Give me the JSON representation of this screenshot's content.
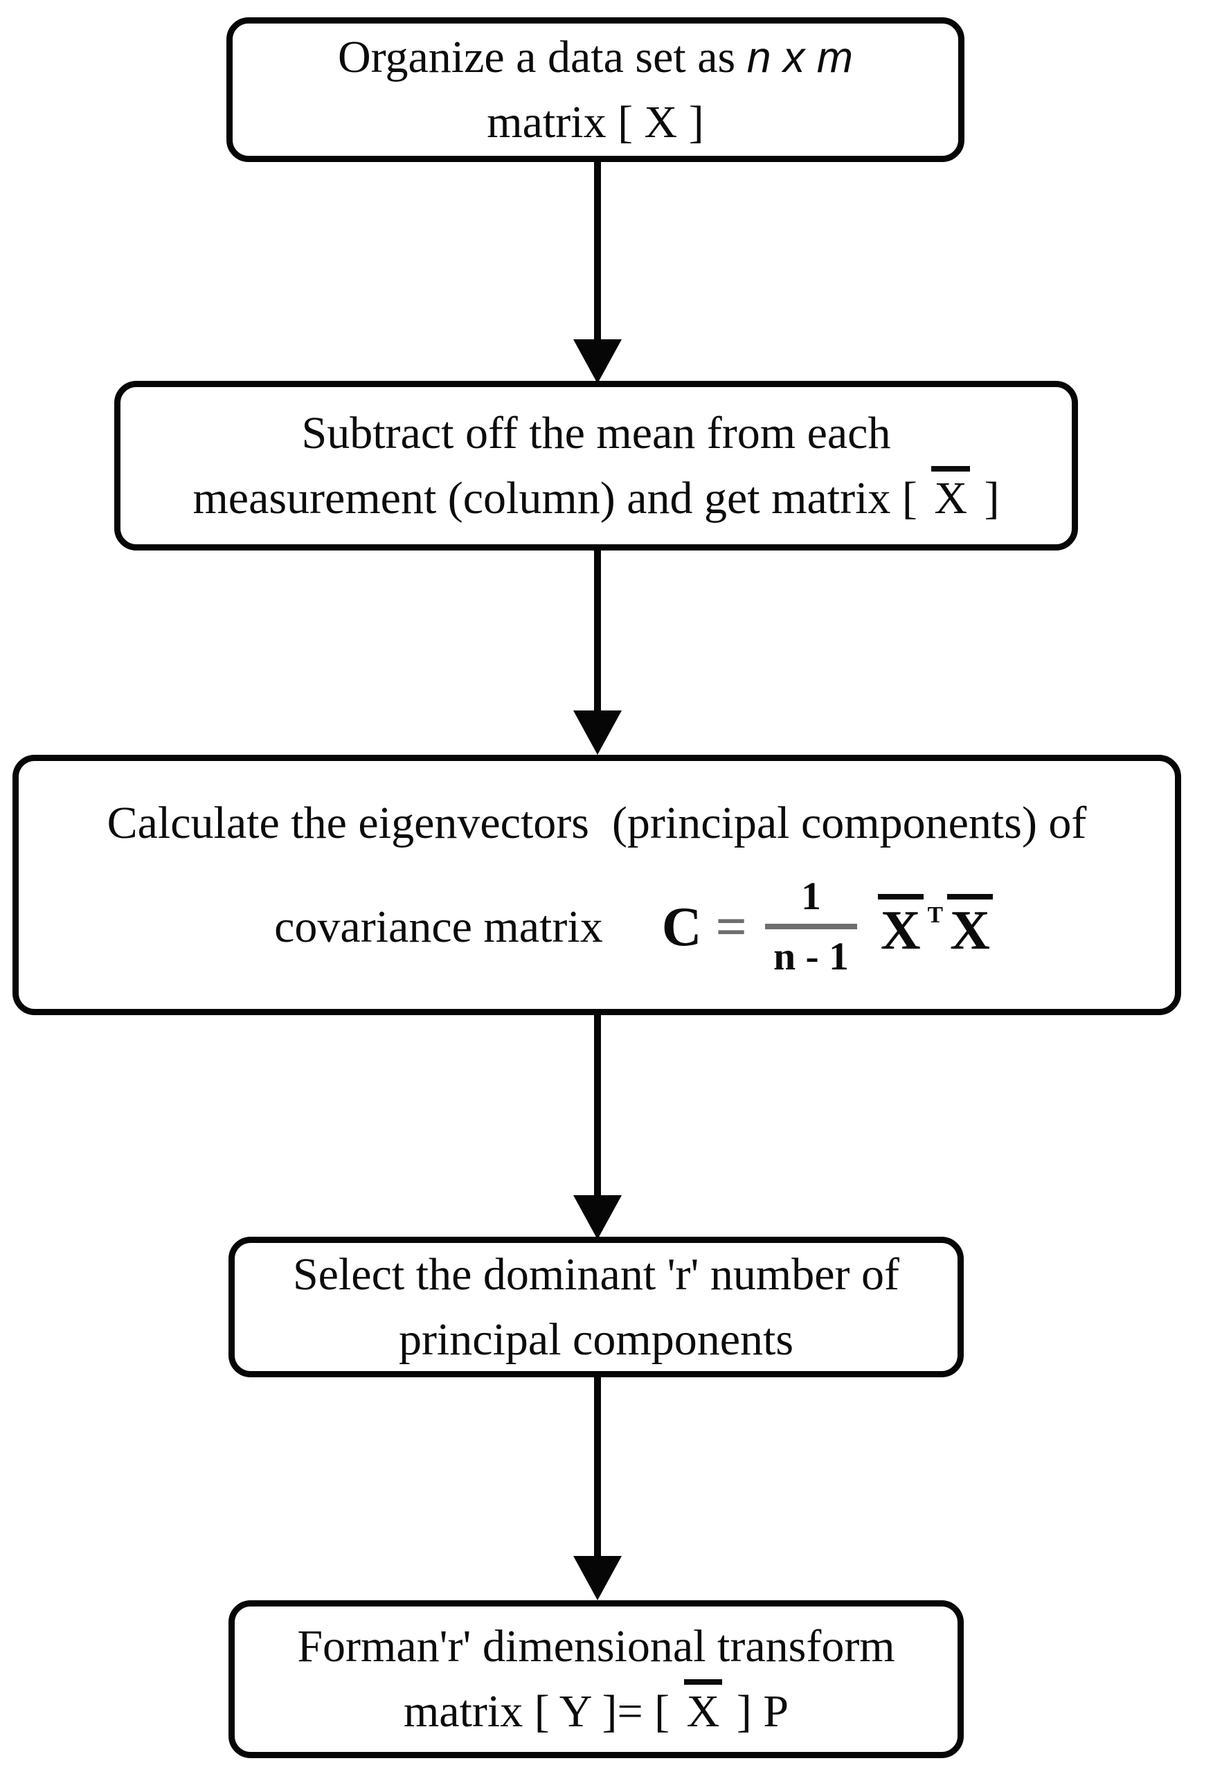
{
  "figure": {
    "type": "flowchart",
    "background_color": "#ffffff",
    "line_color": "#060606",
    "text_color": "#0b0b0b",
    "muted_rule_color": "#6e6e6e"
  },
  "nodes": [
    {
      "id": "organize-data",
      "line1_prefix": "Organize a data set as ",
      "line1_var": "n x m",
      "line2": "matrix [ X ]"
    },
    {
      "id": "subtract-mean",
      "line1": "Subtract off the mean from each",
      "line2_prefix": "measurement (column) and get matrix [ ",
      "line2_xbar": "X",
      "line2_suffix": " ]"
    },
    {
      "id": "calculate-eigenvectors",
      "line1": "Calculate the eigenvectors  (principal components) of",
      "line2_label": "covariance matrix",
      "eq_lhs": "C",
      "eq_sign": "=",
      "frac_num": "1",
      "frac_den": "n - 1",
      "xbar1": "X",
      "transpose": "T",
      "xbar2": "X"
    },
    {
      "id": "select-dominant-r",
      "line1": "Select the dominant 'r' number of",
      "line2": "principal components"
    },
    {
      "id": "form-transform-matrix",
      "line1": "Forman'r' dimensional transform",
      "line2_prefix": "matrix [ Y ]= [ ",
      "line2_xbar": "X",
      "line2_suffix": " ] P"
    }
  ],
  "arrows": [
    {
      "from": "organize-data",
      "to": "subtract-mean"
    },
    {
      "from": "subtract-mean",
      "to": "calculate-eigenvectors"
    },
    {
      "from": "calculate-eigenvectors",
      "to": "select-dominant-r"
    },
    {
      "from": "select-dominant-r",
      "to": "form-transform-matrix"
    }
  ]
}
